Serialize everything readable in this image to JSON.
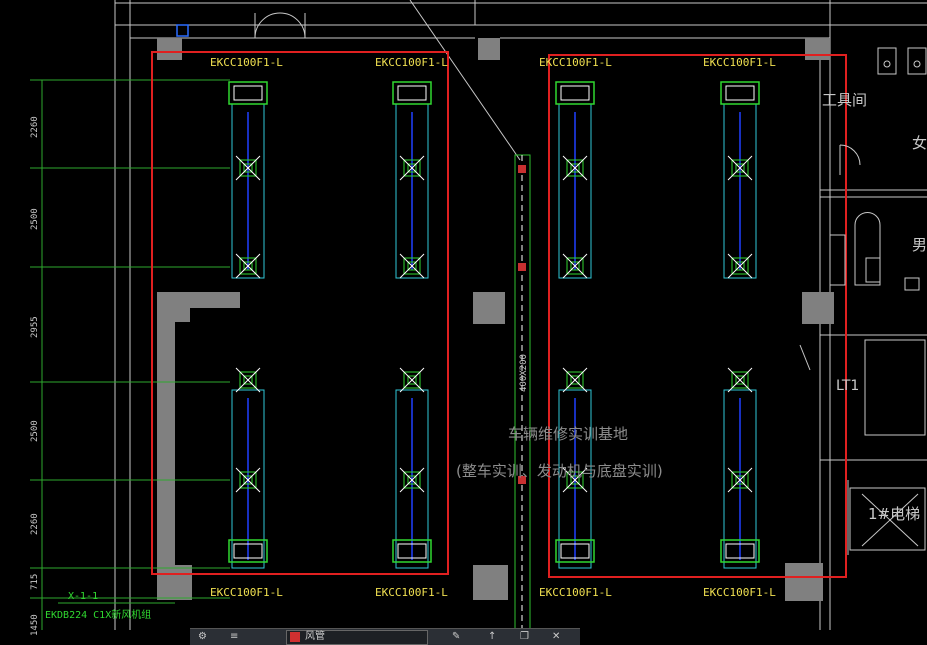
{
  "units": [
    {
      "id": "ul",
      "label_top": "EKCC100F1-L",
      "label_bottom": "EKCC100F1-L"
    },
    {
      "id": "ur",
      "label_top": "EKCC100F1-L",
      "label_bottom": "EKCC100F1-L"
    },
    {
      "id": "rl",
      "label_top": "EKCC100F1-L",
      "label_bottom": "EKCC100F1-L"
    },
    {
      "id": "rr",
      "label_top": "EKCC100F1-L",
      "label_bottom": "EKCC100F1-L"
    }
  ],
  "dimensions": [
    "2260",
    "2500",
    "2955",
    "2500",
    "2260",
    "715",
    "1450"
  ],
  "room": {
    "title": "车辆维修实训基地",
    "subtitle": "(整车实训、发动机与底盘实训)"
  },
  "rooms_right": {
    "tool_room": "工具间",
    "female": "女",
    "male": "男",
    "elevator_code": "LT1",
    "elevator": "1#电梯"
  },
  "duct_label": "400X200",
  "equipment": {
    "axis": "X-1-1",
    "unit": "EKDB224 C1X新风机组"
  },
  "toolbar": {
    "field": "风管"
  }
}
